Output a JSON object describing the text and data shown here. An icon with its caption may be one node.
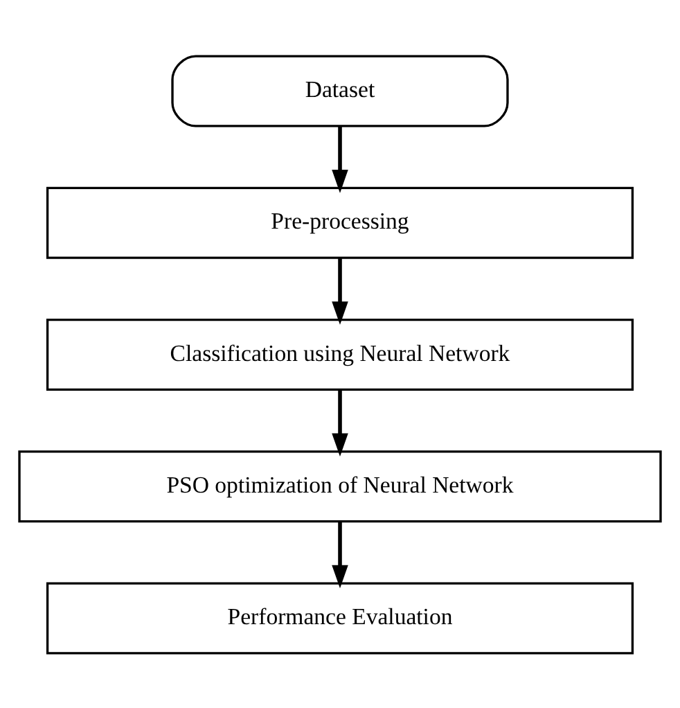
{
  "diagram": {
    "nodes": [
      {
        "text": [
          "Dataset"
        ]
      },
      {
        "text": [
          "Pre-processing"
        ]
      },
      {
        "text": [
          "Classification using Neural Network"
        ]
      },
      {
        "text": [
          "PSO optimization of Neural Network"
        ]
      },
      {
        "text": [
          "Performance Evaluation"
        ]
      }
    ],
    "edges": [
      {
        "from": 0,
        "to": 1,
        "arrow": "to"
      },
      {
        "from": 1,
        "to": 2,
        "arrow": "to"
      },
      {
        "from": 2,
        "to": 3,
        "arrow": "to"
      },
      {
        "from": 3,
        "to": 4,
        "arrow": "to"
      }
    ]
  }
}
